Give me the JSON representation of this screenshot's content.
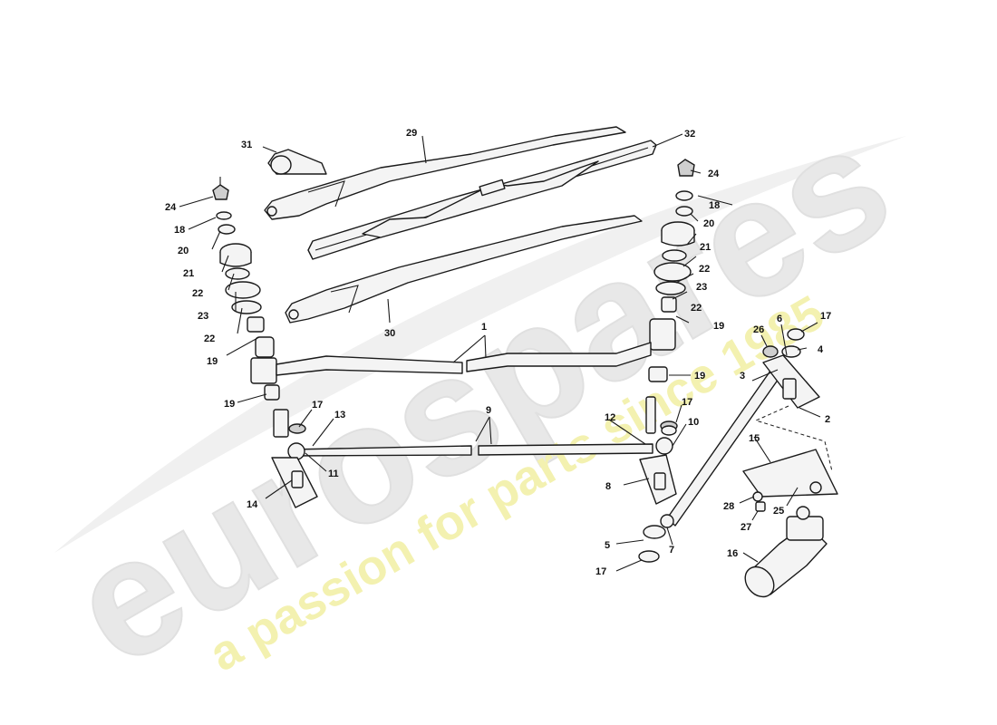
{
  "watermark": {
    "brand": "eurospares",
    "tagline": "a passion for parts since 1985",
    "brand_color": "#e6e6e6",
    "tagline_color": "#f3f1b0"
  },
  "callouts": [
    {
      "id": "c29",
      "label": "29"
    },
    {
      "id": "c31",
      "label": "31"
    },
    {
      "id": "c32",
      "label": "32"
    },
    {
      "id": "c24l",
      "label": "24"
    },
    {
      "id": "c18l",
      "label": "18"
    },
    {
      "id": "c20l",
      "label": "20"
    },
    {
      "id": "c21l",
      "label": "21"
    },
    {
      "id": "c22la",
      "label": "22"
    },
    {
      "id": "c23l",
      "label": "23"
    },
    {
      "id": "c22lb",
      "label": "22"
    },
    {
      "id": "c19la",
      "label": "19"
    },
    {
      "id": "c19lb",
      "label": "19"
    },
    {
      "id": "c24r",
      "label": "24"
    },
    {
      "id": "c18r",
      "label": "18"
    },
    {
      "id": "c20r",
      "label": "20"
    },
    {
      "id": "c21r",
      "label": "21"
    },
    {
      "id": "c22ra",
      "label": "22"
    },
    {
      "id": "c23r",
      "label": "23"
    },
    {
      "id": "c22rb",
      "label": "22"
    },
    {
      "id": "c19ra",
      "label": "19"
    },
    {
      "id": "c19rb",
      "label": "19"
    },
    {
      "id": "c30",
      "label": "30"
    },
    {
      "id": "c1",
      "label": "1"
    },
    {
      "id": "c26",
      "label": "26"
    },
    {
      "id": "c6",
      "label": "6"
    },
    {
      "id": "c17a",
      "label": "17"
    },
    {
      "id": "c4",
      "label": "4"
    },
    {
      "id": "c3",
      "label": "3"
    },
    {
      "id": "c2",
      "label": "2"
    },
    {
      "id": "c17b",
      "label": "17"
    },
    {
      "id": "c13",
      "label": "13"
    },
    {
      "id": "c9",
      "label": "9"
    },
    {
      "id": "c12",
      "label": "12"
    },
    {
      "id": "c17c",
      "label": "17"
    },
    {
      "id": "c10",
      "label": "10"
    },
    {
      "id": "c11",
      "label": "11"
    },
    {
      "id": "c14",
      "label": "14"
    },
    {
      "id": "c8",
      "label": "8"
    },
    {
      "id": "c15",
      "label": "15"
    },
    {
      "id": "c28",
      "label": "28"
    },
    {
      "id": "c25",
      "label": "25"
    },
    {
      "id": "c27",
      "label": "27"
    },
    {
      "id": "c5",
      "label": "5"
    },
    {
      "id": "c7",
      "label": "7"
    },
    {
      "id": "c16",
      "label": "16"
    },
    {
      "id": "c17d",
      "label": "17"
    }
  ]
}
